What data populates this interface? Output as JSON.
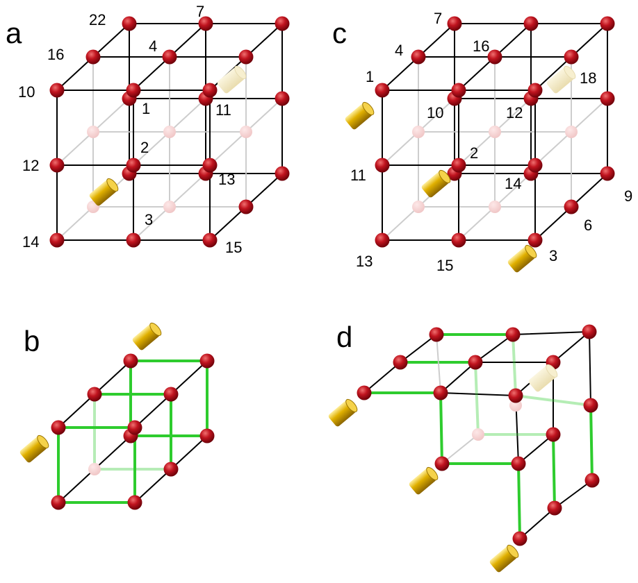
{
  "panels": [
    {
      "id": "a",
      "label": "a",
      "node_labels": [
        "22",
        "7",
        "16",
        "4",
        "10",
        "1",
        "11",
        "12",
        "2",
        "13",
        "14",
        "3",
        "15"
      ]
    },
    {
      "id": "b",
      "label": "b",
      "node_labels": []
    },
    {
      "id": "c",
      "label": "c",
      "node_labels": [
        "7",
        "4",
        "16",
        "1",
        "18",
        "10",
        "12",
        "11",
        "2",
        "14",
        "9",
        "6",
        "13",
        "15",
        "3"
      ]
    },
    {
      "id": "d",
      "label": "d",
      "node_labels": []
    }
  ],
  "colors": {
    "node": "#b0101c",
    "node_highlight": "#f07070",
    "edge": "#000000",
    "edge_faint": "#c8c8c8",
    "edge_green": "#2ecc2e",
    "edge_green_faint": "#b6ecb6",
    "cylinder": "#d9a800",
    "cylinder_faint": "#efe3b4"
  }
}
